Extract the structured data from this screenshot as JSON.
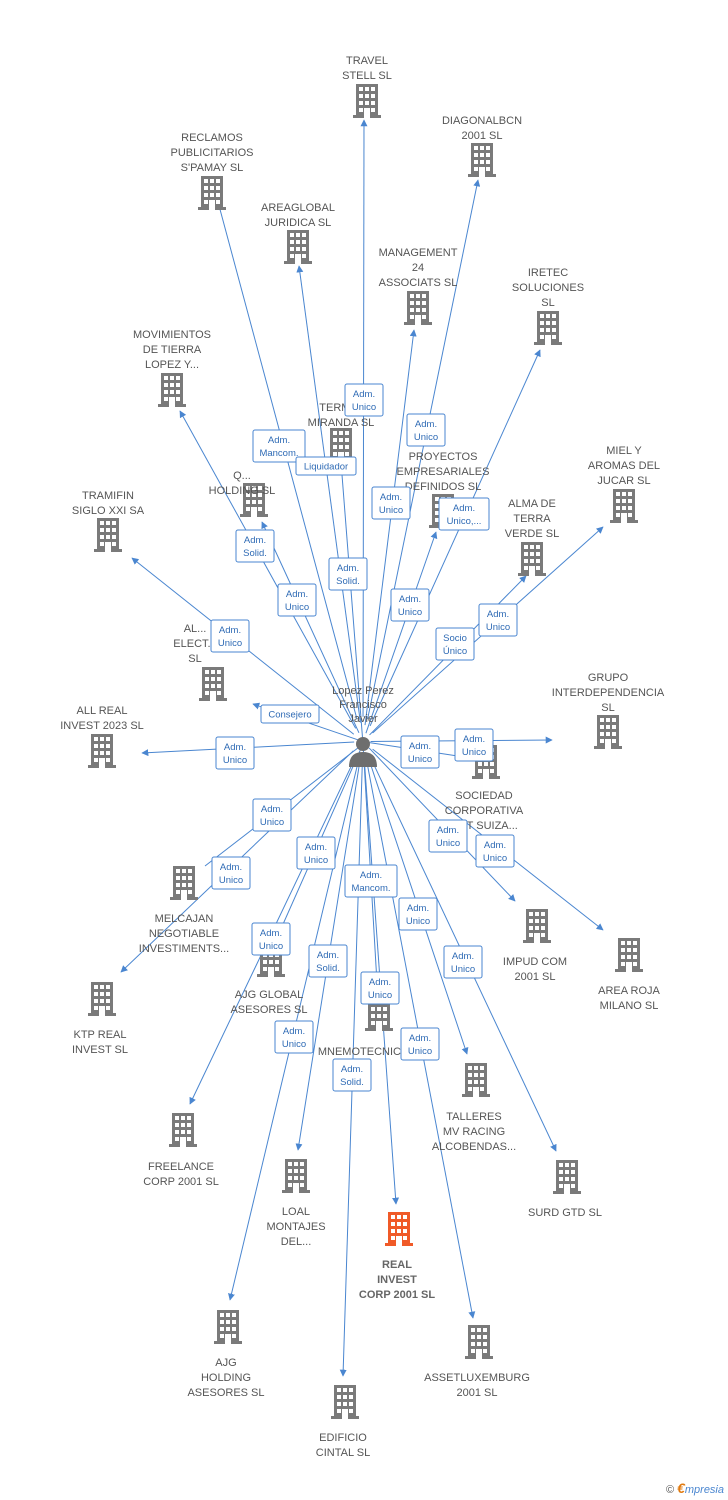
{
  "center": {
    "lines": [
      "Lopez Perez",
      "Francisco",
      "Javier"
    ],
    "icon": "person-icon"
  },
  "colors": {
    "edge": "#4a86d0",
    "node": "#7a7a7a",
    "highlight": "#f05a28",
    "badge_text": "#2f6bb5"
  },
  "nodes": [
    {
      "id": "travel-stell",
      "lines": [
        "TRAVEL",
        "STELL  SL"
      ]
    },
    {
      "id": "diagonalbcn",
      "lines": [
        "DIAGONALBCN",
        "2001  SL"
      ]
    },
    {
      "id": "reclamos",
      "lines": [
        "RECLAMOS",
        "PUBLICITARIOS",
        "S'PAMAY SL"
      ]
    },
    {
      "id": "areaglobal",
      "lines": [
        "AREAGLOBAL",
        "JURIDICA  SL"
      ]
    },
    {
      "id": "management24",
      "lines": [
        "MANAGEMENT",
        "24",
        "ASSOCIATS  SL"
      ]
    },
    {
      "id": "iretec",
      "lines": [
        "IRETEC",
        "SOLUCIONES",
        "SL"
      ]
    },
    {
      "id": "movimientos",
      "lines": [
        "MOVIMIENTOS",
        "DE TIERRA",
        "LOPEZ Y..."
      ]
    },
    {
      "id": "terminal",
      "lines": [
        "TERMI...",
        "MIRANDA SL"
      ]
    },
    {
      "id": "qholding",
      "lines": [
        "Q...",
        "HOLDING  SL"
      ]
    },
    {
      "id": "proyectos",
      "lines": [
        "PROYECTOS",
        "EMPRESARIALES",
        "DEFINIDOS  SL"
      ]
    },
    {
      "id": "miel",
      "lines": [
        "MIEL Y",
        "AROMAS DEL",
        "JUCAR  SL"
      ]
    },
    {
      "id": "tramifin",
      "lines": [
        "TRAMIFIN",
        "SIGLO XXI SA"
      ]
    },
    {
      "id": "alma",
      "lines": [
        "ALMA DE",
        "TERRA",
        "VERDE  SL"
      ]
    },
    {
      "id": "electro",
      "lines": [
        "AL...",
        "ELECT...",
        "SL"
      ]
    },
    {
      "id": "grupo",
      "lines": [
        "GRUPO",
        "INTERDEPENDENCIA",
        "SL"
      ]
    },
    {
      "id": "allreal",
      "lines": [
        "ALL REAL",
        "INVEST 2023  SL"
      ]
    },
    {
      "id": "sociedad",
      "lines": [
        "SOCIEDAD",
        "CORPORATIVA",
        "...ET SUIZA..."
      ]
    },
    {
      "id": "melcajan",
      "lines": [
        "MELCAJAN",
        "NEGOTIABLE",
        "INVESTIMENTS..."
      ]
    },
    {
      "id": "impud",
      "lines": [
        "IMPUD COM",
        "2001  SL"
      ]
    },
    {
      "id": "arearoja",
      "lines": [
        "AREA ROJA",
        "MILANO  SL"
      ]
    },
    {
      "id": "ajgglobal",
      "lines": [
        "AJG GLOBAL",
        "ASESORES  SL"
      ]
    },
    {
      "id": "ktp",
      "lines": [
        "KTP REAL",
        "INVEST  SL"
      ]
    },
    {
      "id": "mnemotecnica",
      "lines": [
        "MNEMOTECNIC..."
      ]
    },
    {
      "id": "talleres",
      "lines": [
        "TALLERES",
        "MV RACING",
        "ALCOBENDAS..."
      ]
    },
    {
      "id": "freelance",
      "lines": [
        "FREELANCE",
        "CORP 2001  SL"
      ]
    },
    {
      "id": "surd",
      "lines": [
        "SURD GTD  SL"
      ]
    },
    {
      "id": "loal",
      "lines": [
        "LOAL",
        "MONTAJES",
        "DEL..."
      ]
    },
    {
      "id": "realinvest",
      "lines": [
        "REAL",
        "INVEST",
        "CORP 2001  SL"
      ],
      "highlight": true
    },
    {
      "id": "ajgholding",
      "lines": [
        "AJG",
        "HOLDING",
        "ASESORES  SL"
      ]
    },
    {
      "id": "assetlux",
      "lines": [
        "ASSETLUXEMBURG",
        "2001  SL"
      ]
    },
    {
      "id": "edificio",
      "lines": [
        "EDIFICIO",
        "CINTAL  SL"
      ]
    }
  ],
  "badges": [
    {
      "id": "b-travel",
      "lines": [
        "Adm.",
        "Unico"
      ]
    },
    {
      "id": "b-management",
      "lines": [
        "Adm.",
        "Unico"
      ]
    },
    {
      "id": "b-reclamos",
      "lines": [
        "Adm.",
        "Mancom."
      ]
    },
    {
      "id": "b-liquidador",
      "lines": [
        "Liquidador"
      ]
    },
    {
      "id": "b-diagonal",
      "lines": [
        "Adm.",
        "Unico"
      ]
    },
    {
      "id": "b-iretec",
      "lines": [
        "Adm.",
        "Unico,..."
      ]
    },
    {
      "id": "b-qholding",
      "lines": [
        "Adm.",
        "Solid."
      ]
    },
    {
      "id": "b-terminal",
      "lines": [
        "Adm.",
        "Solid."
      ]
    },
    {
      "id": "b-movimientos",
      "lines": [
        "Adm.",
        "Unico"
      ]
    },
    {
      "id": "b-proyectos",
      "lines": [
        "Adm.",
        "Unico"
      ]
    },
    {
      "id": "b-miel",
      "lines": [
        "Adm.",
        "Unico"
      ]
    },
    {
      "id": "b-alma",
      "lines": [
        "Socio",
        "Único"
      ]
    },
    {
      "id": "b-tramifin",
      "lines": [
        "Adm.",
        "Unico"
      ]
    },
    {
      "id": "b-consejero",
      "lines": [
        "Consejero"
      ]
    },
    {
      "id": "b-allreal",
      "lines": [
        "Adm.",
        "Unico"
      ]
    },
    {
      "id": "b-sociedad",
      "lines": [
        "Adm.",
        "Unico"
      ]
    },
    {
      "id": "b-grupo",
      "lines": [
        "Adm.",
        "Unico"
      ]
    },
    {
      "id": "b-ktp",
      "lines": [
        "Adm.",
        "Unico"
      ]
    },
    {
      "id": "b-melcajan",
      "lines": [
        "Adm.",
        "Unico"
      ]
    },
    {
      "id": "b-impud",
      "lines": [
        "Adm.",
        "Unico"
      ]
    },
    {
      "id": "b-arearoja",
      "lines": [
        "Adm.",
        "Unico"
      ]
    },
    {
      "id": "b-freelance",
      "lines": [
        "Adm.",
        "Unico"
      ]
    },
    {
      "id": "b-realinvest",
      "lines": [
        "Adm.",
        "Mancom."
      ]
    },
    {
      "id": "b-ajgglobal",
      "lines": [
        "Adm.",
        "Unico"
      ]
    },
    {
      "id": "b-talleres",
      "lines": [
        "Adm.",
        "Unico"
      ]
    },
    {
      "id": "b-loal",
      "lines": [
        "Adm.",
        "Solid."
      ]
    },
    {
      "id": "b-surd",
      "lines": [
        "Adm.",
        "Unico"
      ]
    },
    {
      "id": "b-mnemo",
      "lines": [
        "Adm.",
        "Unico"
      ]
    },
    {
      "id": "b-ajgholding",
      "lines": [
        "Adm.",
        "Unico"
      ]
    },
    {
      "id": "b-assetlux",
      "lines": [
        "Adm.",
        "Unico"
      ]
    },
    {
      "id": "b-edificio",
      "lines": [
        "Adm.",
        "Solid."
      ]
    }
  ],
  "footer": {
    "copyright": "©",
    "brand_first": "€",
    "brand_rest": "mpresia"
  }
}
